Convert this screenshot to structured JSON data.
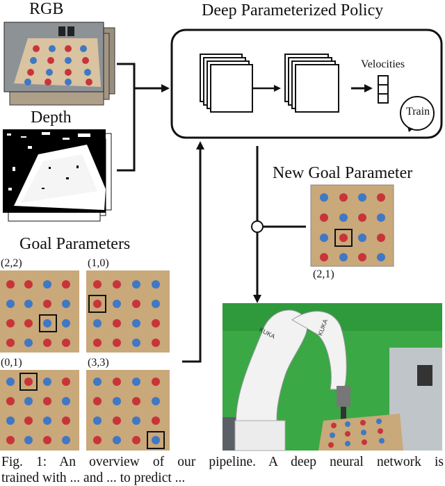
{
  "labels": {
    "rgb": "RGB",
    "depth": "Depth",
    "policy_title": "Deep Parameterized Policy",
    "velocities": "Velocities",
    "train": "Train",
    "new_goal_title": "New Goal Parameter",
    "new_goal_coord": "(2,1)",
    "goal_params_title": "Goal Parameters",
    "goal_a": "(2,2)",
    "goal_b": "(1,0)",
    "goal_c": "(0,1)",
    "goal_d": "(3,3)",
    "robot_brand_1": "KUKA",
    "robot_brand_2": "KUKA"
  },
  "caption": {
    "line1": "Fig. 1: An overview of our pipeline. A deep neural network is",
    "line2": "trained with ... and ... to predict ..."
  },
  "colors": {
    "board": "#c9a87a",
    "red_peg": "#c8343a",
    "blue_peg": "#3f78c4",
    "green_screen": "#3aa845",
    "robot_white": "#f2f2f2"
  }
}
